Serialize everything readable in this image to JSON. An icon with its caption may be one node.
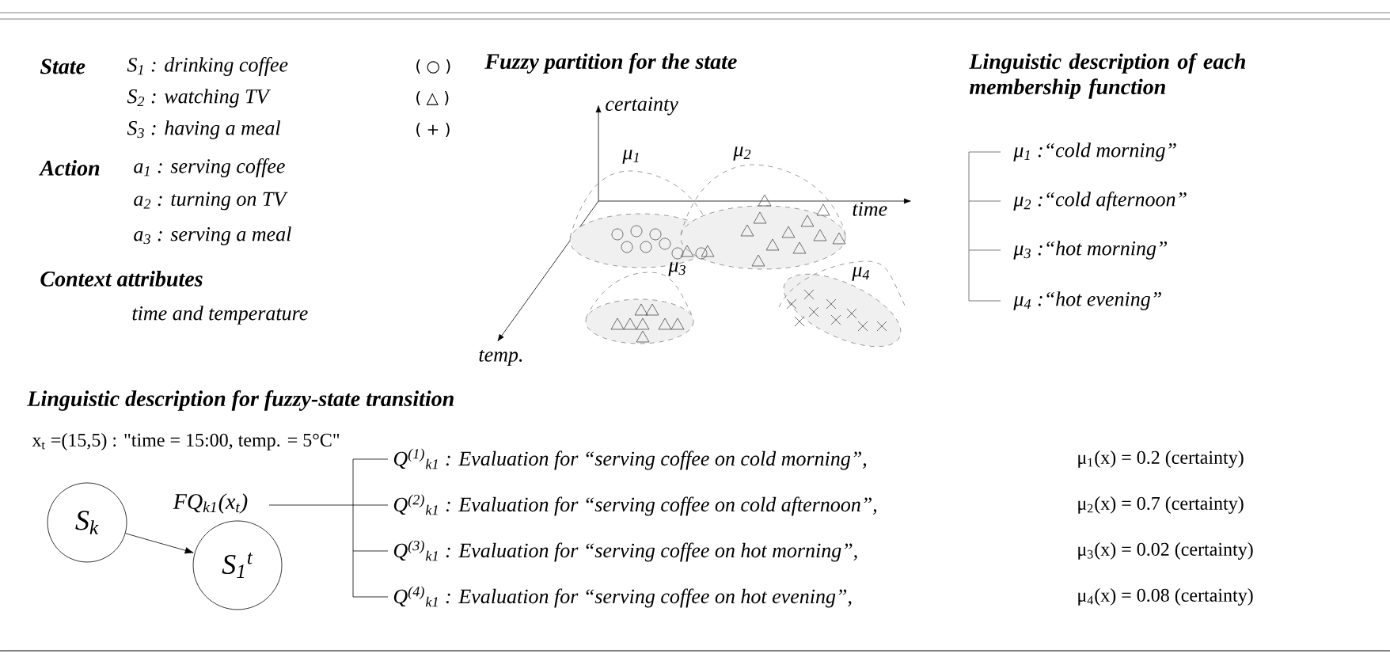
{
  "diagram": {
    "nodes": [
      {
        "text": [
          "S$_{k}$"
        ]
      },
      {
        "text": [
          "S$_{1}$$^{t}$"
        ]
      }
    ],
    "edges": [
      {
        "from": 0,
        "to": 1,
        "arrow": "to",
        "label": "FQ$_{k1}$(x$_{t}$)"
      }
    ],
    "labels": [
      "State",
      "S$_{1}$ : drinking coffee",
      "( ○ )",
      "S$_{2}$ : watching TV",
      "( △ )",
      "S$_{3}$ : having a meal",
      "( + )",
      "Action",
      "a$_{1}$ : serving coffee",
      "a$_{2}$ : turning on TV",
      "a$_{3}$ : serving a meal",
      "Context attributes",
      "time and temperature",
      "Fuzzy partition for the state",
      "certainty",
      "μ$_{1}$",
      "μ$_{2}$",
      "time",
      "μ$_{3}$",
      "μ$_{4}$",
      "temp.",
      "Linguistic description of each membership function",
      "μ$_{1}$ :“cold morning”",
      "μ$_{2}$ :“cold afternoon”",
      "μ$_{3}$ :“hot morning”",
      "μ$_{4}$ :“hot evening”",
      "Linguistic description for fuzzy-state transition",
      "x$_{t}$ =(15,5) : \"time = 15:00, temp. = 5°C\"",
      "Q$^{(1)}$$_{k1}$ : Evaluation for “serving coffee on cold morning”,",
      "μ$_{1}$(x) = 0.2 (certainty)",
      "Q$^{(2)}$$_{k1}$ : Evaluation for “serving coffee on cold afternoon”,",
      "μ$_{2}$(x) = 0.7 (certainty)",
      "Q$^{(3)}$$_{k1}$ : Evaluation for “serving coffee on hot morning”,",
      "μ$_{3}$(x) = 0.02 (certainty)",
      "Q$^{(4)}$$_{k1}$ : Evaluation for “serving coffee on hot evening”,",
      "μ$_{4}$(x) = 0.08 (certainty)"
    ]
  }
}
